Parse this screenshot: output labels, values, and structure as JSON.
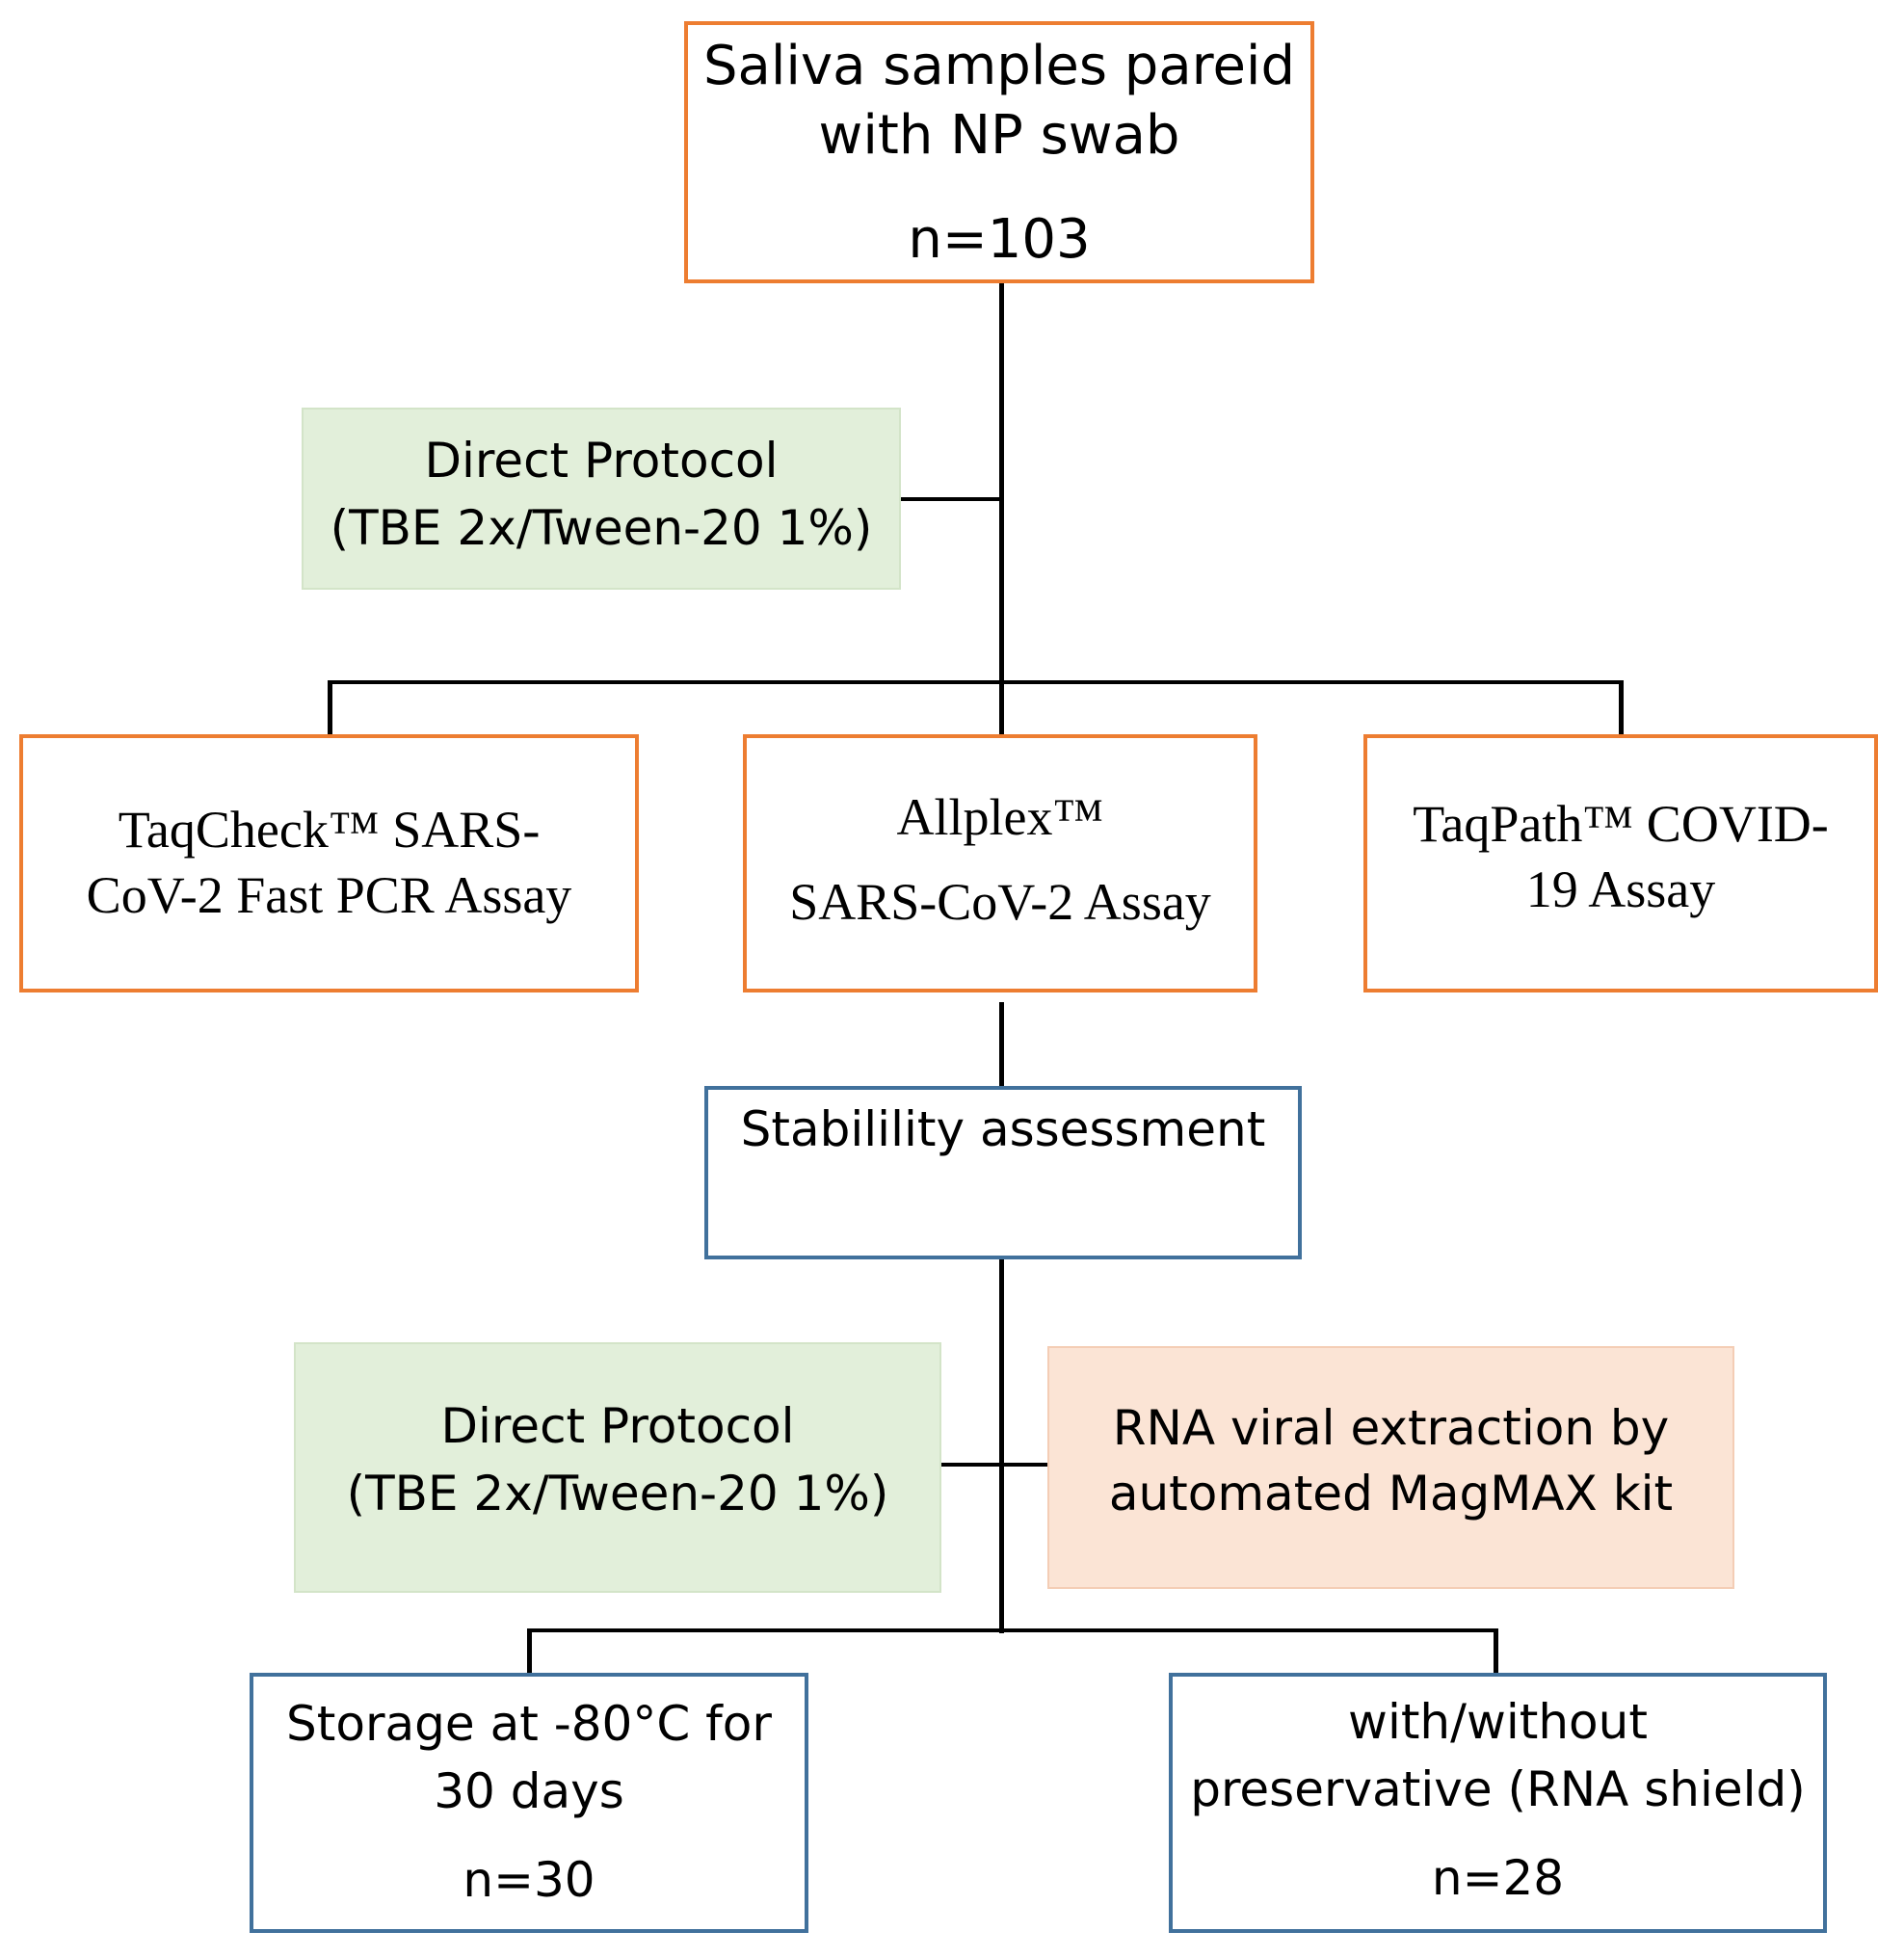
{
  "title": "",
  "top_box": {
    "line1": "Saliva samples pareid",
    "line2": "with NP swab",
    "count": "n=103"
  },
  "direct_protocol_top": {
    "line1": "Direct Protocol",
    "line2": "(TBE 2x/Tween-20 1%)"
  },
  "assays": [
    {
      "line1": "TaqCheck™ SARS-",
      "line2": "CoV-2 Fast PCR Assay"
    },
    {
      "line1": "Allplex™",
      "line2": "SARS-CoV-2 Assay"
    },
    {
      "line1": "TaqPath™ COVID-",
      "line2": "19 Assay"
    }
  ],
  "stability": {
    "label": "Stabilility assessment"
  },
  "direct_protocol_bottom": {
    "line1": "Direct Protocol",
    "line2": "(TBE 2x/Tween-20 1%)"
  },
  "rna_extraction": {
    "line1": "RNA viral extraction by",
    "line2": "automated MagMAX kit"
  },
  "storage": {
    "line1": "Storage at -80°C for",
    "line2": "30 days",
    "count": "n=30"
  },
  "preservative": {
    "line1": "with/without",
    "line2": "preservative (RNA shield)",
    "count": "n=28"
  },
  "colors": {
    "orange_border": "#ED7D31",
    "blue_border": "#41719C",
    "green_fill": "#E2EFDA",
    "peach_fill": "#FBE4D5"
  }
}
